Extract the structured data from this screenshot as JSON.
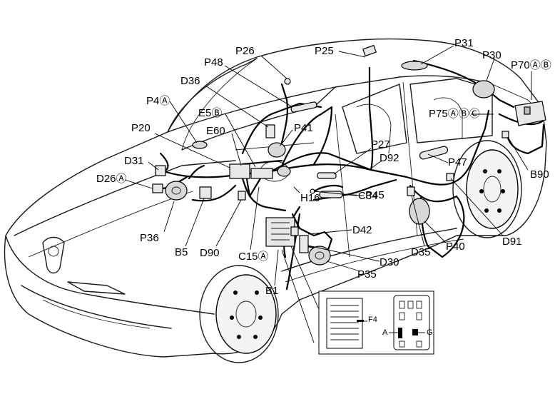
{
  "labels": {
    "p26": "P26",
    "p25": "P25",
    "p31": "P31",
    "p30": "P30",
    "p70": "P70ⒶⒷ",
    "p48": "P48",
    "d36": "D36",
    "p4a": "P4Ⓐ",
    "e5b": "E5Ⓑ",
    "p75": "P75ⒶⒷⒸ",
    "p41": "P41",
    "e60": "E60",
    "p20": "P20",
    "p27": "P27",
    "d92": "D92",
    "d31": "D31",
    "p47": "P47",
    "d26a": "D26Ⓐ",
    "p45": "P45",
    "h16": "H16",
    "c34": "C34",
    "b90": "B90",
    "d42": "D42",
    "p36": "P36",
    "b5": "B5",
    "d90": "D90",
    "c15a": "C15Ⓐ",
    "d91": "D91",
    "d35": "D35",
    "p40": "P40",
    "d30": "D30",
    "p35": "P35",
    "b1": "B1",
    "f4": "F4",
    "a": "A",
    "g": "G"
  }
}
